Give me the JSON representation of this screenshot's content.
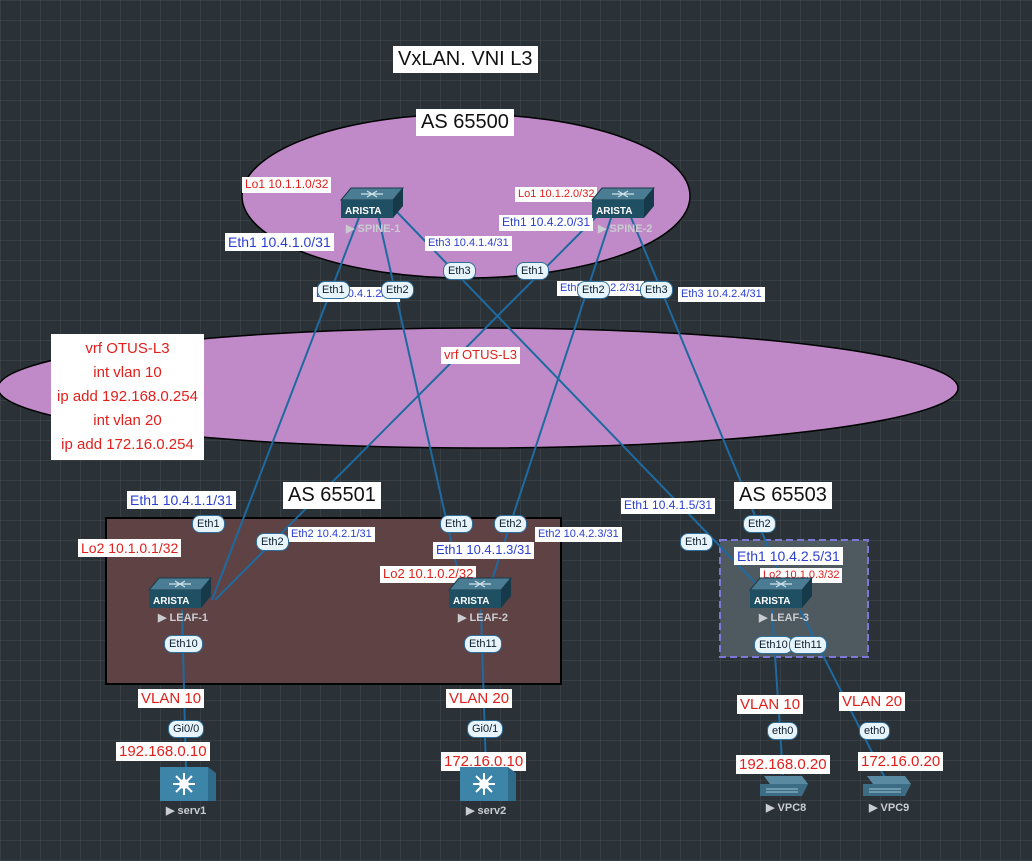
{
  "title": "VxLAN. VNI L3",
  "areas": {
    "as_spine": "AS 65500",
    "as_leaf12": "AS 65501",
    "as_leaf3": "AS 65503",
    "vrf_label": "vrf OTUS-L3"
  },
  "vrf_config": [
    "vrf OTUS-L3",
    "int vlan 10",
    "ip add 192.168.0.254",
    "int vlan 20",
    "ip add 172.16.0.254"
  ],
  "devices": {
    "spine1": {
      "name": "SPINE-1",
      "brand": "ARISTA"
    },
    "spine2": {
      "name": "SPINE-2",
      "brand": "ARISTA"
    },
    "leaf1": {
      "name": "LEAF-1",
      "brand": "ARISTA"
    },
    "leaf2": {
      "name": "LEAF-2",
      "brand": "ARISTA"
    },
    "leaf3": {
      "name": "LEAF-3",
      "brand": "ARISTA"
    },
    "serv1": {
      "name": "serv1"
    },
    "serv2": {
      "name": "serv2"
    },
    "vpc8": {
      "name": "VPC8"
    },
    "vpc9": {
      "name": "VPC9"
    }
  },
  "addr": {
    "s1_lo1": "Lo1 10.1.1.0/32",
    "s1_eth1": "Eth1 10.4.1.0/31",
    "s1_eth2": "Eth2 10.4.1.2/31",
    "s1_eth3": "Eth3 10.4.1.4/31",
    "s2_lo1": "Lo1 10.1.2.0/32",
    "s2_eth1": "Eth1 10.4.2.0/31",
    "s2_eth2": "Eth2 10.4.2.2/31",
    "s2_eth3": "Eth3 10.4.2.4/31",
    "l1_eth1": "Eth1 10.4.1.1/31",
    "l1_eth2": "Eth2 10.4.2.1/31",
    "l1_lo2": "Lo2 10.1.0.1/32",
    "l2_eth1": "Eth1 10.4.1.3/31",
    "l2_eth2": "Eth2 10.4.2.3/31",
    "l2_lo2": "Lo2 10.1.0.2/32",
    "l3_eth1": "Eth1 10.4.1.5/31",
    "l3_eth2": "Eth1 10.4.2.5/31",
    "l3_lo2": "Lo2 10.1.0.3/32"
  },
  "vlans": {
    "v1": "VLAN 10",
    "v2": "VLAN 20",
    "v3": "VLAN 10",
    "v4": "VLAN 20"
  },
  "hosts": {
    "serv1_ip": "192.168.0.10",
    "serv2_ip": "172.16.0.10",
    "vpc8_ip": "192.168.0.20",
    "vpc9_ip": "172.16.0.20"
  },
  "ports": {
    "eth1": "Eth1",
    "eth2": "Eth2",
    "eth3": "Eth3",
    "eth10": "Eth10",
    "eth11": "Eth11",
    "gi00": "Gi0/0",
    "gi01": "Gi0/1",
    "eth0": "eth0"
  },
  "colors": {
    "background": "#2a3238",
    "ellipse_fill": "#c08ac8",
    "leaf12_zone": "#5e4244",
    "leaf3_zone": "#4e5a60",
    "link": "#1e6aa0",
    "text_red": "#e0201c",
    "text_blue": "#2a3fd0"
  }
}
